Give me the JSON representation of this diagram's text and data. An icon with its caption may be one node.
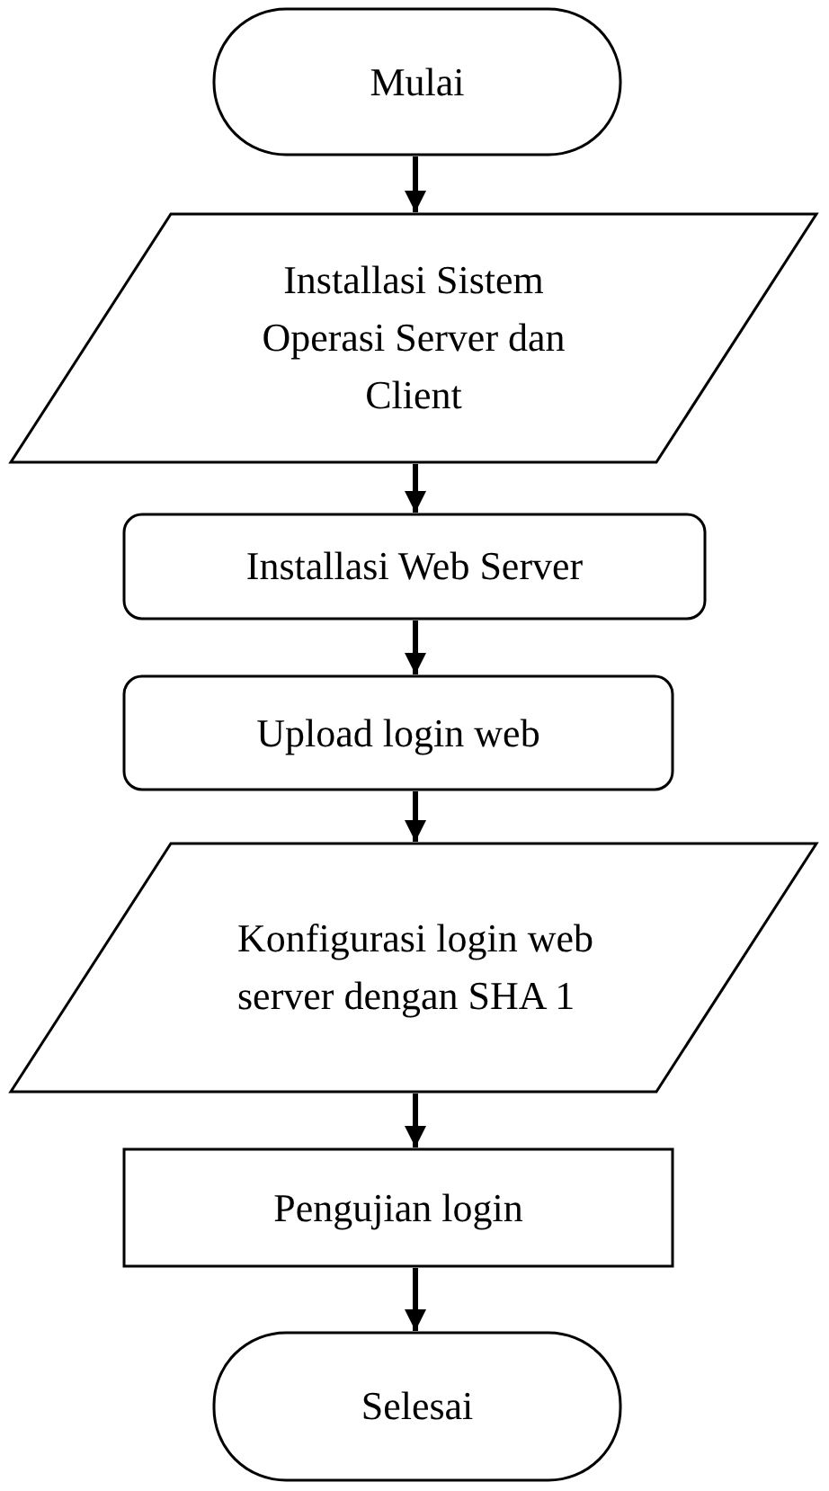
{
  "diagram": {
    "nodes": [
      {
        "text": [
          "Mulai"
        ]
      },
      {
        "text": [
          "Installasi Sistem Operasi Server dan Client"
        ]
      },
      {
        "text": [
          "Installasi Web Server"
        ]
      },
      {
        "text": [
          "Upload login web"
        ]
      },
      {
        "text": [
          "Konfigurasi login web server dengan SHA 1"
        ]
      },
      {
        "text": [
          "Pengujian login"
        ]
      },
      {
        "text": [
          "Selesai"
        ]
      }
    ],
    "edges": [
      {
        "from": 0,
        "to": 1,
        "arrow": "to"
      },
      {
        "from": 1,
        "to": 2,
        "arrow": "to"
      },
      {
        "from": 2,
        "to": 3,
        "arrow": "to"
      },
      {
        "from": 3,
        "to": 4,
        "arrow": "to"
      },
      {
        "from": 4,
        "to": 5,
        "arrow": "to"
      },
      {
        "from": 5,
        "to": 6,
        "arrow": "to"
      }
    ]
  }
}
